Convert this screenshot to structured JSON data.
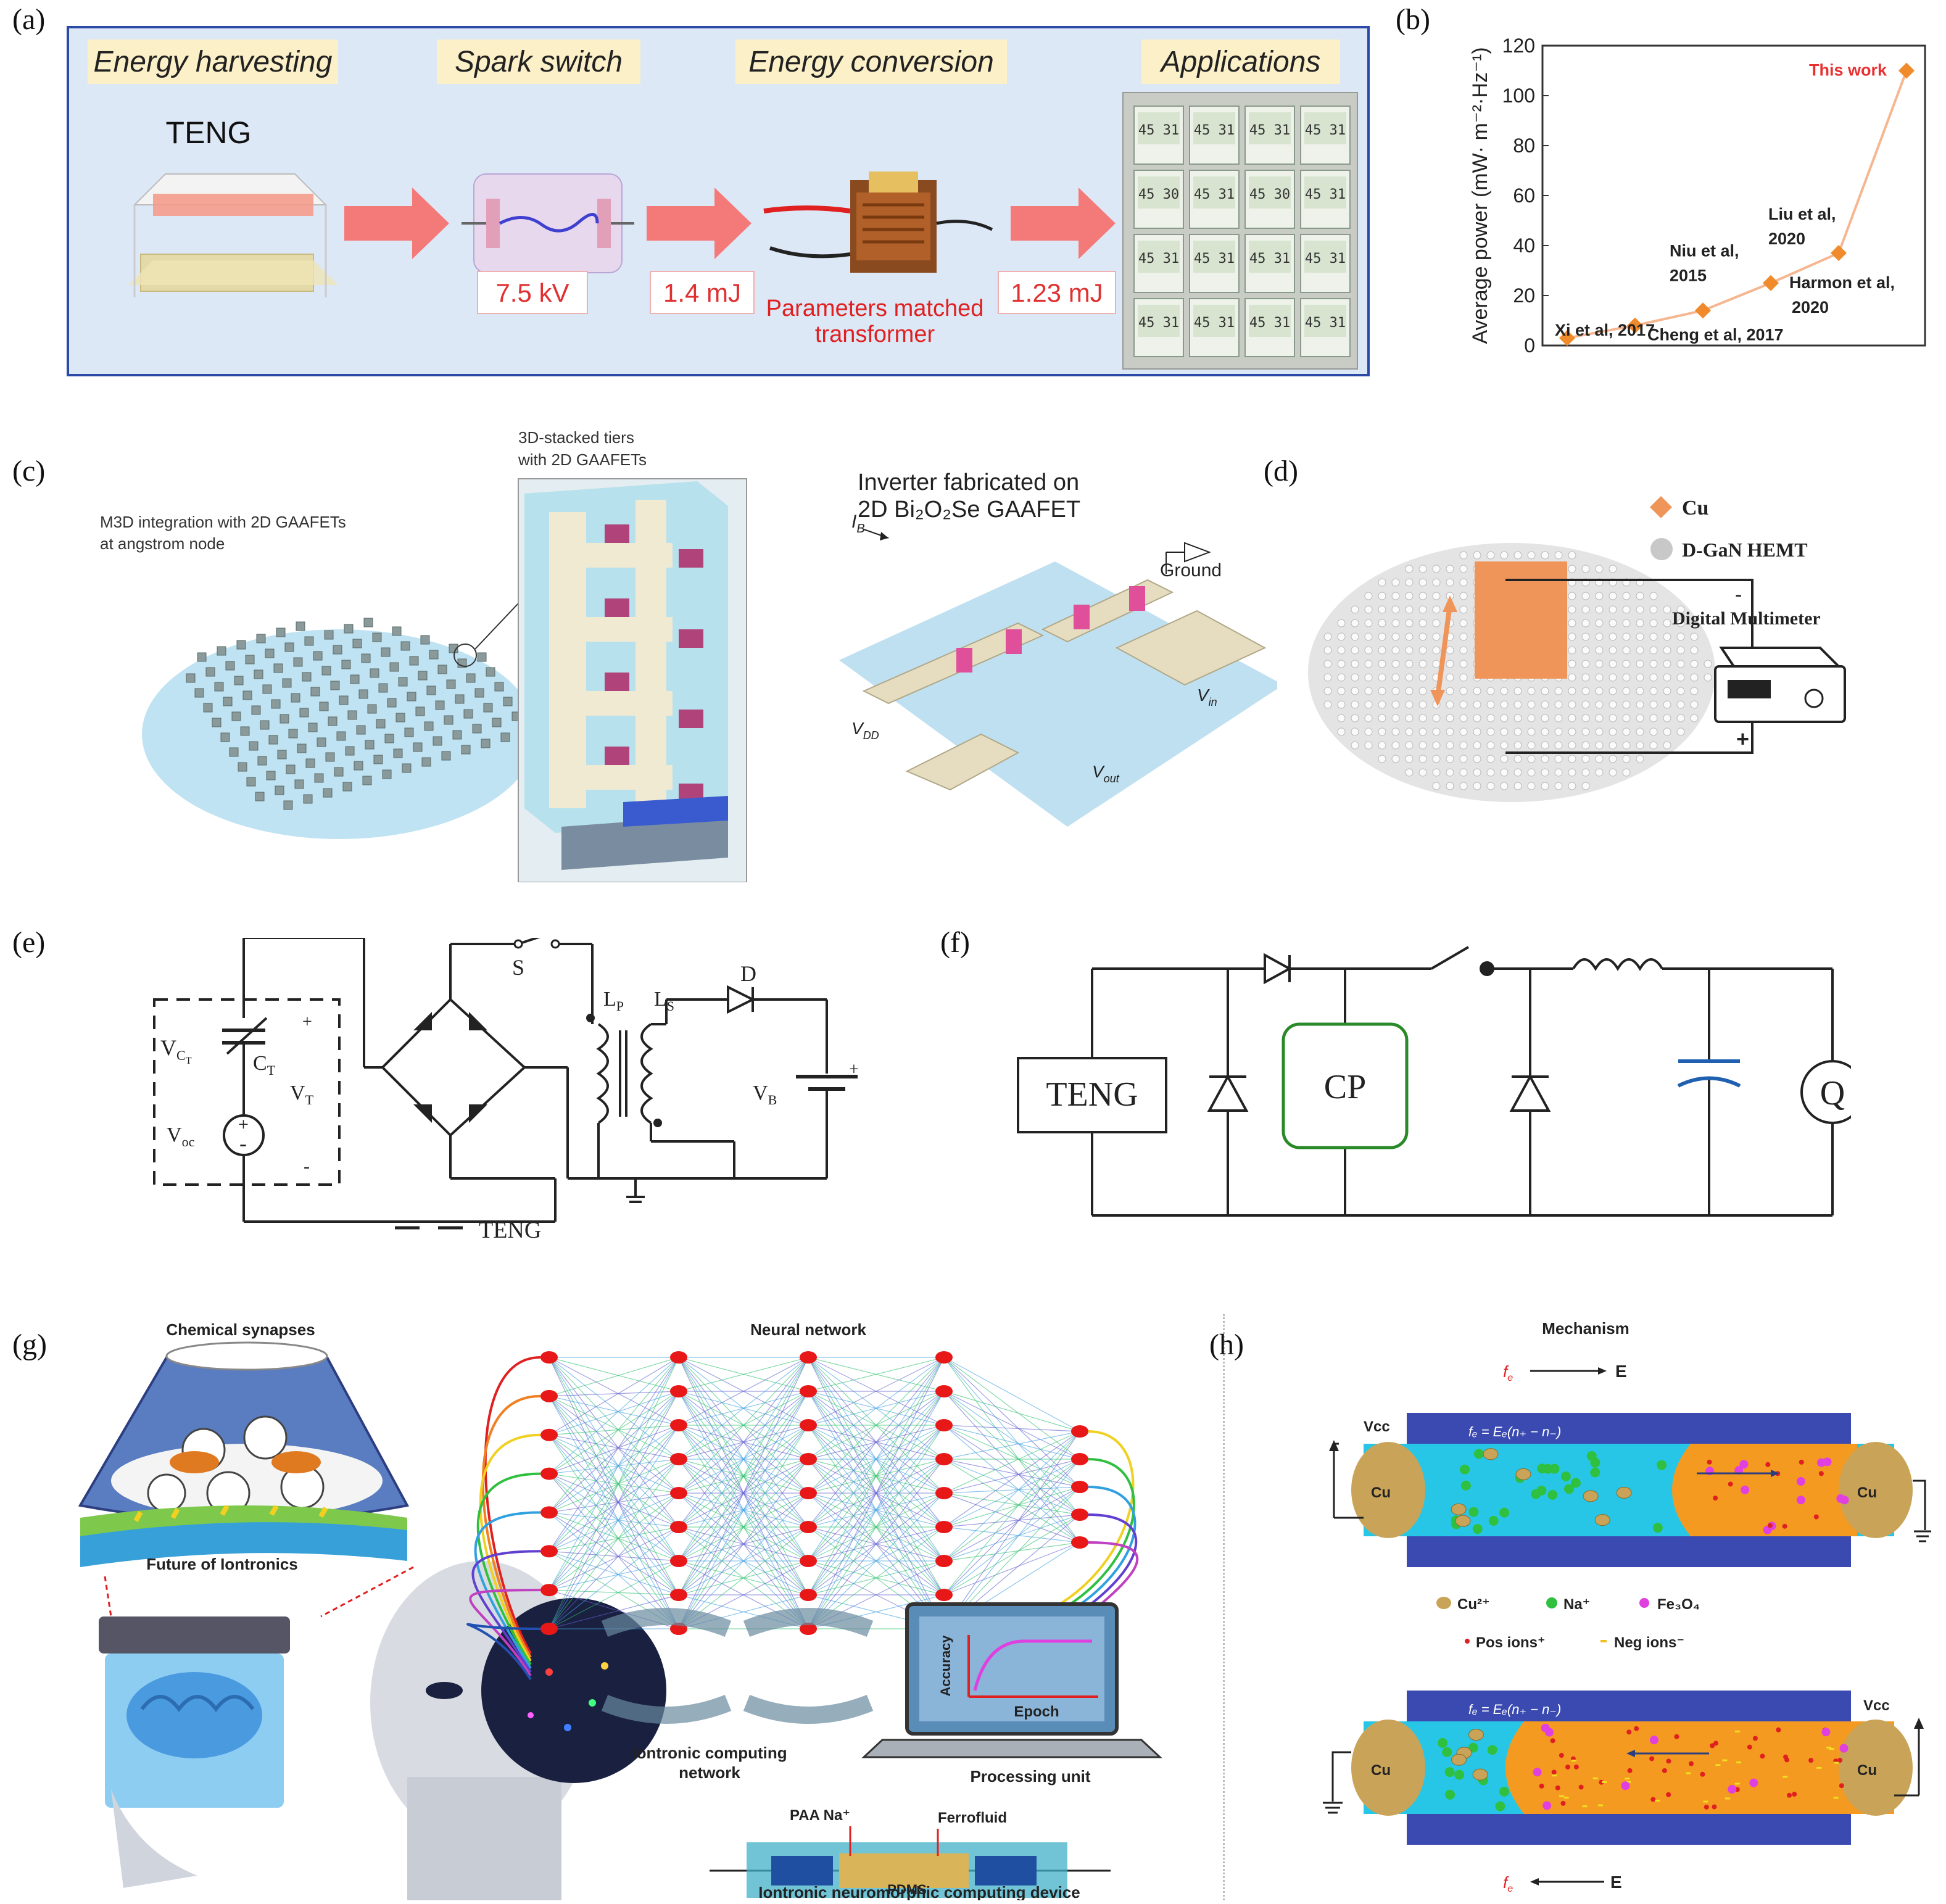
{
  "panel_labels": {
    "a": "(a)",
    "b": "(b)",
    "c": "(c)",
    "d": "(d)",
    "e": "(e)",
    "f": "(f)",
    "g": "(g)",
    "h": "(h)"
  },
  "panel_a": {
    "headings": [
      "Energy harvesting",
      "Spark switch",
      "Energy conversion",
      "Applications"
    ],
    "teng": "TENG",
    "values": [
      "7.5 kV",
      "1.4 mJ",
      "1.23 mJ"
    ],
    "transformer_label_1": "Parameters matched",
    "transformer_label_2": "transformer",
    "display_readings": [
      "45 31",
      "45 31",
      "45 31",
      "45 31",
      "45 30",
      "45 31",
      "45 30",
      "45 31",
      "45 31",
      "45 31",
      "45 31",
      "45 31",
      "45 31",
      "45 31",
      "45 31",
      "45 31"
    ],
    "colors": {
      "frame": "#2b4aa8",
      "bg": "#dce8f6",
      "heading_bg": "#fbf0c8",
      "arrow": "#f47a7a",
      "value_text": "#e03030"
    }
  },
  "chart_data": {
    "type": "line",
    "ylabel": "Average power (mW· m⁻²·Hz⁻¹)",
    "ylim": [
      0,
      120
    ],
    "yticks": [
      "0",
      "20",
      "40",
      "60",
      "80",
      "100",
      "120"
    ],
    "points": [
      {
        "label": "Xi et al, 2017",
        "x": 1,
        "y": 3
      },
      {
        "label": "Cheng et al, 2017",
        "x": 2,
        "y": 8
      },
      {
        "label": "Niu et al, 2015",
        "x": 3,
        "y": 14
      },
      {
        "label": "Harmon et al, 2020",
        "x": 4,
        "y": 25
      },
      {
        "label": "Liu et al, 2020",
        "x": 5,
        "y": 37
      },
      {
        "label": "This work",
        "x": 6,
        "y": 110
      }
    ],
    "annotation_lines": {
      "niu": [
        "Niu et al,",
        "2015"
      ],
      "liu": [
        "Liu et al,",
        "2020"
      ],
      "harmon": [
        "Harmon et al,",
        "2020"
      ]
    },
    "colors": {
      "marker": "#f08a2a",
      "line": "#f5b690",
      "highlight": "#e83030"
    }
  },
  "panel_c": {
    "left_text_1": "M3D integration with 2D GAAFETs",
    "left_text_2": "at angstrom node",
    "tiers_text_1": "3D-stacked tiers",
    "tiers_text_2": "with 2D GAAFETs",
    "inverter_title_1": "Inverter fabricated on",
    "inverter_title_2": "2D Bi₂O₂Se GAAFET",
    "labels": {
      "ib": "I",
      "ib_sub": "B",
      "ground": "Ground",
      "vdd": "V",
      "vdd_sub": "DD",
      "vin": "V",
      "vin_sub": "in",
      "vout": "V",
      "vout_sub": "out"
    }
  },
  "panel_d": {
    "legend_cu": "Cu",
    "legend_hemt": "D-GaN HEMT",
    "meter": "Digital Multimeter",
    "minus": "-",
    "plus": "+",
    "colors": {
      "cu": "#f0955a",
      "hemt": "#c8c8c8"
    }
  },
  "panel_e": {
    "labels": {
      "s": "S",
      "lp": "L",
      "lp_sub": "P",
      "ls": "L",
      "ls_sub": "S",
      "d": "D",
      "vb": "V",
      "vb_sub": "B",
      "vct": "V",
      "vct_sub": "C",
      "vct_subsub": "T",
      "ct": "C",
      "ct_sub": "T",
      "vt": "V",
      "vt_sub": "T",
      "voc": "V",
      "voc_sub": "oc",
      "plus": "+",
      "minus": "-",
      "legend": "TENG"
    }
  },
  "panel_f": {
    "teng": "TENG",
    "cp": "CP",
    "q": "Q",
    "colors": {
      "cp": "#2a8a2a",
      "cap": "#2060b0"
    }
  },
  "panel_g": {
    "chemical": "Chemical synapses",
    "neural": "Neural network",
    "future": "Future of Iontronics",
    "ionnet_1": "Iontronic computing",
    "ionnet_2": "network",
    "processing": "Processing unit",
    "accuracy": "Accuracy",
    "epoch": "Epoch",
    "paa": "PAA Na⁺",
    "ferro": "Ferrofluid",
    "pdms": "PDMS",
    "device": "Iontronic neuromorphic computing device",
    "layers": [
      8,
      9,
      9,
      9,
      5
    ]
  },
  "panel_h": {
    "mechanism": "Mechanism",
    "e": "E",
    "fe": "f",
    "fe_sub": "e",
    "eq_top": "fₑ = Eₑ(n₊ − n₋)",
    "eq_bottom": "fₑ = Eₑ(n₊ − n₋)",
    "vcc": "Vcc",
    "cu": "Cu",
    "legend": [
      "Cu²⁺",
      "Na⁺",
      "Fe₃O₄"
    ],
    "legend2": [
      "Pos ions⁺",
      "Neg ions⁻"
    ],
    "colors": {
      "frame": "#3a4ab0",
      "blue": "#28c6e6",
      "orange": "#f49a20",
      "cu": "#c9a458"
    }
  }
}
